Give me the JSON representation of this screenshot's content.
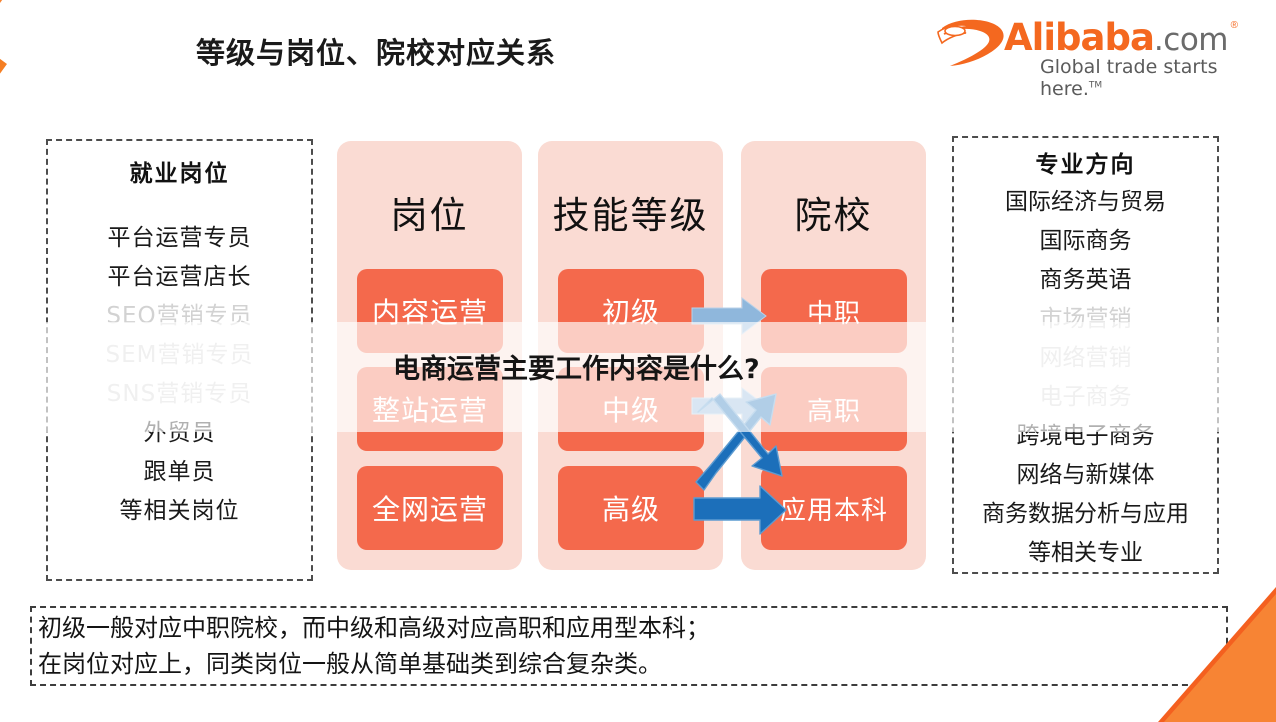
{
  "header": {
    "title": "等级与岗位、院校对应关系",
    "logo": {
      "brand": "Alibaba",
      "suffix": ".com",
      "registered": "®",
      "tagline": "Global trade starts here.",
      "tm": "TM"
    }
  },
  "left_panel": {
    "title": "就业岗位",
    "items": [
      {
        "label": "平台运营专员",
        "dim": false
      },
      {
        "label": "平台运营店长",
        "dim": false
      },
      {
        "label": "SEO营销专员",
        "dim": true
      },
      {
        "label": "SEM营销专员",
        "dim": true
      },
      {
        "label": "SNS营销专员",
        "dim": true
      },
      {
        "label": "外贸员",
        "dim": false
      },
      {
        "label": "跟单员",
        "dim": false
      },
      {
        "label": "等相关岗位",
        "dim": false
      }
    ]
  },
  "right_panel": {
    "title": "专业方向",
    "items": [
      {
        "label": "国际经济与贸易",
        "dim": false
      },
      {
        "label": "国际商务",
        "dim": false
      },
      {
        "label": "商务英语",
        "dim": false
      },
      {
        "label": "市场营销",
        "dim": true
      },
      {
        "label": "网络营销",
        "dim": true
      },
      {
        "label": "电子商务",
        "dim": true
      },
      {
        "label": "跨境电子商务",
        "dim": false
      },
      {
        "label": "网络与新媒体",
        "dim": false
      },
      {
        "label": "商务数据分析与应用",
        "dim": false
      },
      {
        "label": "等相关专业",
        "dim": false
      }
    ]
  },
  "columns": [
    {
      "title": "岗位",
      "cells": [
        "内容运营",
        "整站运营",
        "全网运营"
      ]
    },
    {
      "title": "技能等级",
      "cells": [
        "初级",
        "中级",
        "高级"
      ]
    },
    {
      "title": "院校",
      "cells": [
        "中职",
        "高职",
        "应用本科"
      ]
    }
  ],
  "overlay": {
    "text": "电商运营主要工作内容是什么?"
  },
  "note": {
    "line1": "初级一般对应中职院校，而中级和高级对应高职和应用型本科；",
    "line2": "在岗位对应上，同类岗位一般从简单基础类到综合复杂类。"
  },
  "colors": {
    "orange": "#f4681f",
    "panel_pink": "#fadbd3",
    "cell_coral": "#f4694c",
    "arrow_light": "#8fb7dc",
    "arrow_dark": "#1c6fba",
    "dim_text": "#d2d2d2"
  }
}
